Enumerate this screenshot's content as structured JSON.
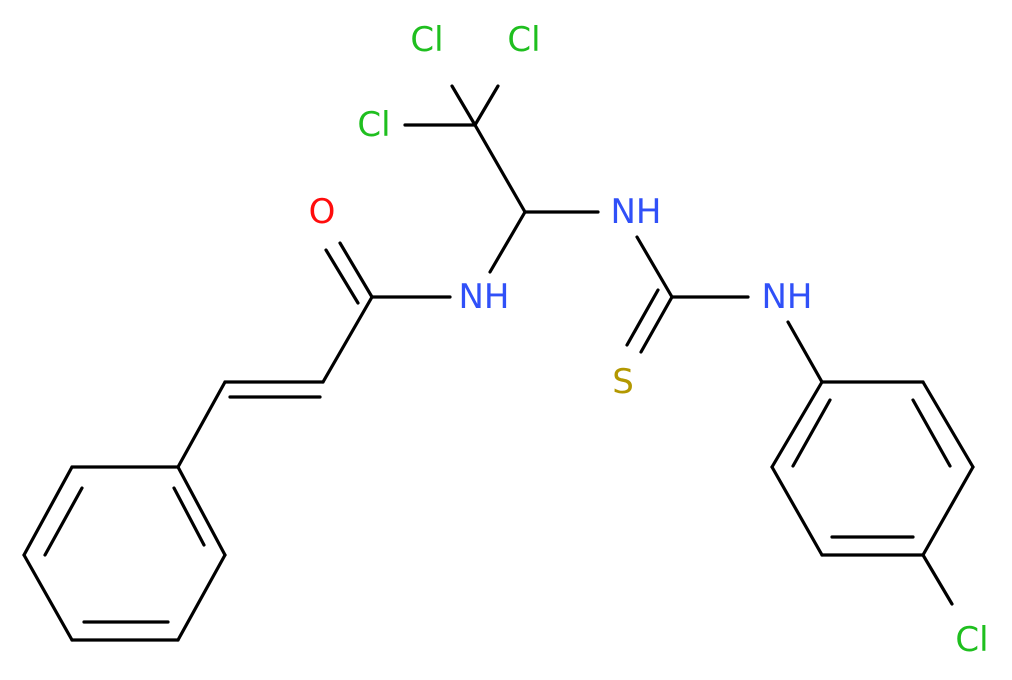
{
  "molecule": {
    "colors": {
      "chlorine": "#1fbf1f",
      "oxygen": "#ff0d0d",
      "nitrogen": "#3050f8",
      "sulfur": "#b39800",
      "bond": "#000000"
    },
    "atoms": {
      "cl_top_left": {
        "label": "Cl",
        "element": "chlorine"
      },
      "cl_top_right": {
        "label": "Cl",
        "element": "chlorine"
      },
      "cl_left": {
        "label": "Cl",
        "element": "chlorine"
      },
      "oxygen": {
        "label": "O",
        "element": "oxygen"
      },
      "nh_amide": {
        "label": "NH",
        "element": "nitrogen"
      },
      "nh_upper": {
        "label": "NH",
        "element": "nitrogen"
      },
      "nh_aryl": {
        "label": "NH",
        "element": "nitrogen"
      },
      "sulfur": {
        "label": "S",
        "element": "sulfur"
      },
      "cl_para": {
        "label": "Cl",
        "element": "chlorine"
      }
    }
  }
}
